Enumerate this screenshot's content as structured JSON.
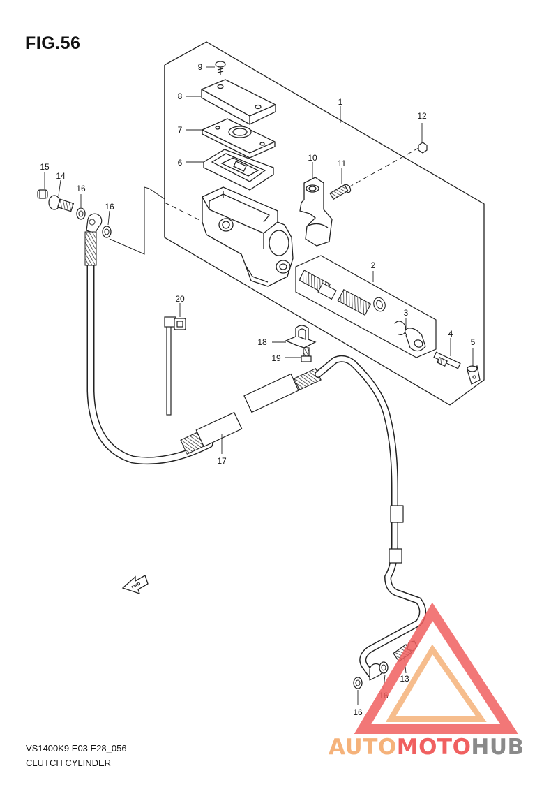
{
  "figure": {
    "title": "FIG.56",
    "model_code": "VS1400K9 E03 E28_056",
    "caption": "CLUTCH CYLINDER"
  },
  "callouts": {
    "c1": "1",
    "c2": "2",
    "c3": "3",
    "c4": "4",
    "c5": "5",
    "c6": "6",
    "c7": "7",
    "c8": "8",
    "c9": "9",
    "c10": "10",
    "c11": "11",
    "c12": "12",
    "c13": "13",
    "c14": "14",
    "c15": "15",
    "c16a": "16",
    "c16b": "16",
    "c16c": "16",
    "c16d": "16",
    "c17": "17",
    "c18": "18",
    "c19": "19",
    "c20": "20"
  },
  "fwd_label": "FWD",
  "watermark": {
    "part1": "AUTO",
    "part2": "MOTO",
    "part3": "HUB",
    "colors": {
      "orange": "#f5b27a",
      "red": "#f06060",
      "gray": "#8a8a8a"
    }
  }
}
